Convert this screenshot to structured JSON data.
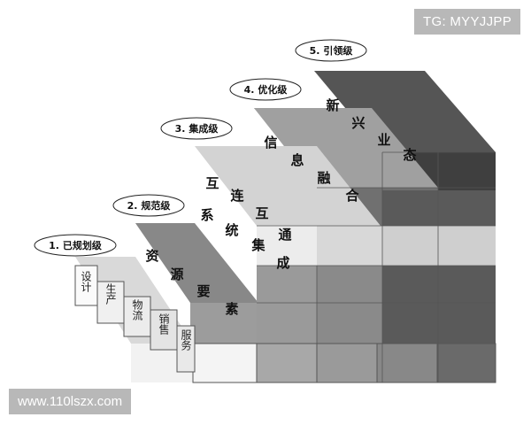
{
  "levels": [
    {
      "label": "1. 已规划级",
      "words": [
        "设计",
        "生产",
        "物流",
        "销售",
        "服务"
      ]
    },
    {
      "label": "2. 规范级",
      "words": [
        "资",
        "源",
        "要",
        "素"
      ]
    },
    {
      "label": "3. 集成级",
      "words": [
        "互",
        "连",
        "互",
        "通",
        "系",
        "统",
        "集",
        "成"
      ]
    },
    {
      "label": "4. 优化级",
      "words": [
        "信",
        "息",
        "融",
        "合"
      ]
    },
    {
      "label": "5. 引领级",
      "words": [
        "新",
        "兴",
        "业",
        "态"
      ]
    }
  ],
  "watermarks": {
    "top_right": "TG: MYYJJPP",
    "bottom_left": "www.110lszx.com"
  },
  "colors": {
    "darkest": "#4a4a4a",
    "dark": "#6e6e6e",
    "mid": "#8f8f8f",
    "light": "#b9b9b9",
    "lightest": "#e6e6e6",
    "white": "#f7f7f7"
  }
}
